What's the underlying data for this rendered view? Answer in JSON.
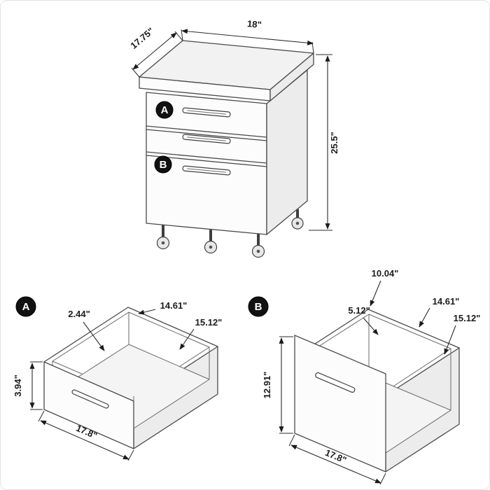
{
  "cabinet": {
    "badge_a": "A",
    "badge_b": "B",
    "dim_width": "18\"",
    "dim_depth": "17.75\"",
    "dim_height": "25.5\""
  },
  "drawer_a": {
    "badge": "A",
    "dim_front_thickness": "2.44\"",
    "dim_interior_depth": "14.61\"",
    "dim_interior_width": "15.12\"",
    "dim_height": "3.94\"",
    "dim_width": "17.8\""
  },
  "drawer_b": {
    "badge": "B",
    "dim_back_height": "10.04\"",
    "dim_inner_height": "5.12\"",
    "dim_interior_depth": "14.61\"",
    "dim_interior_width": "15.12\"",
    "dim_height": "12.91\"",
    "dim_width": "17.8\""
  }
}
